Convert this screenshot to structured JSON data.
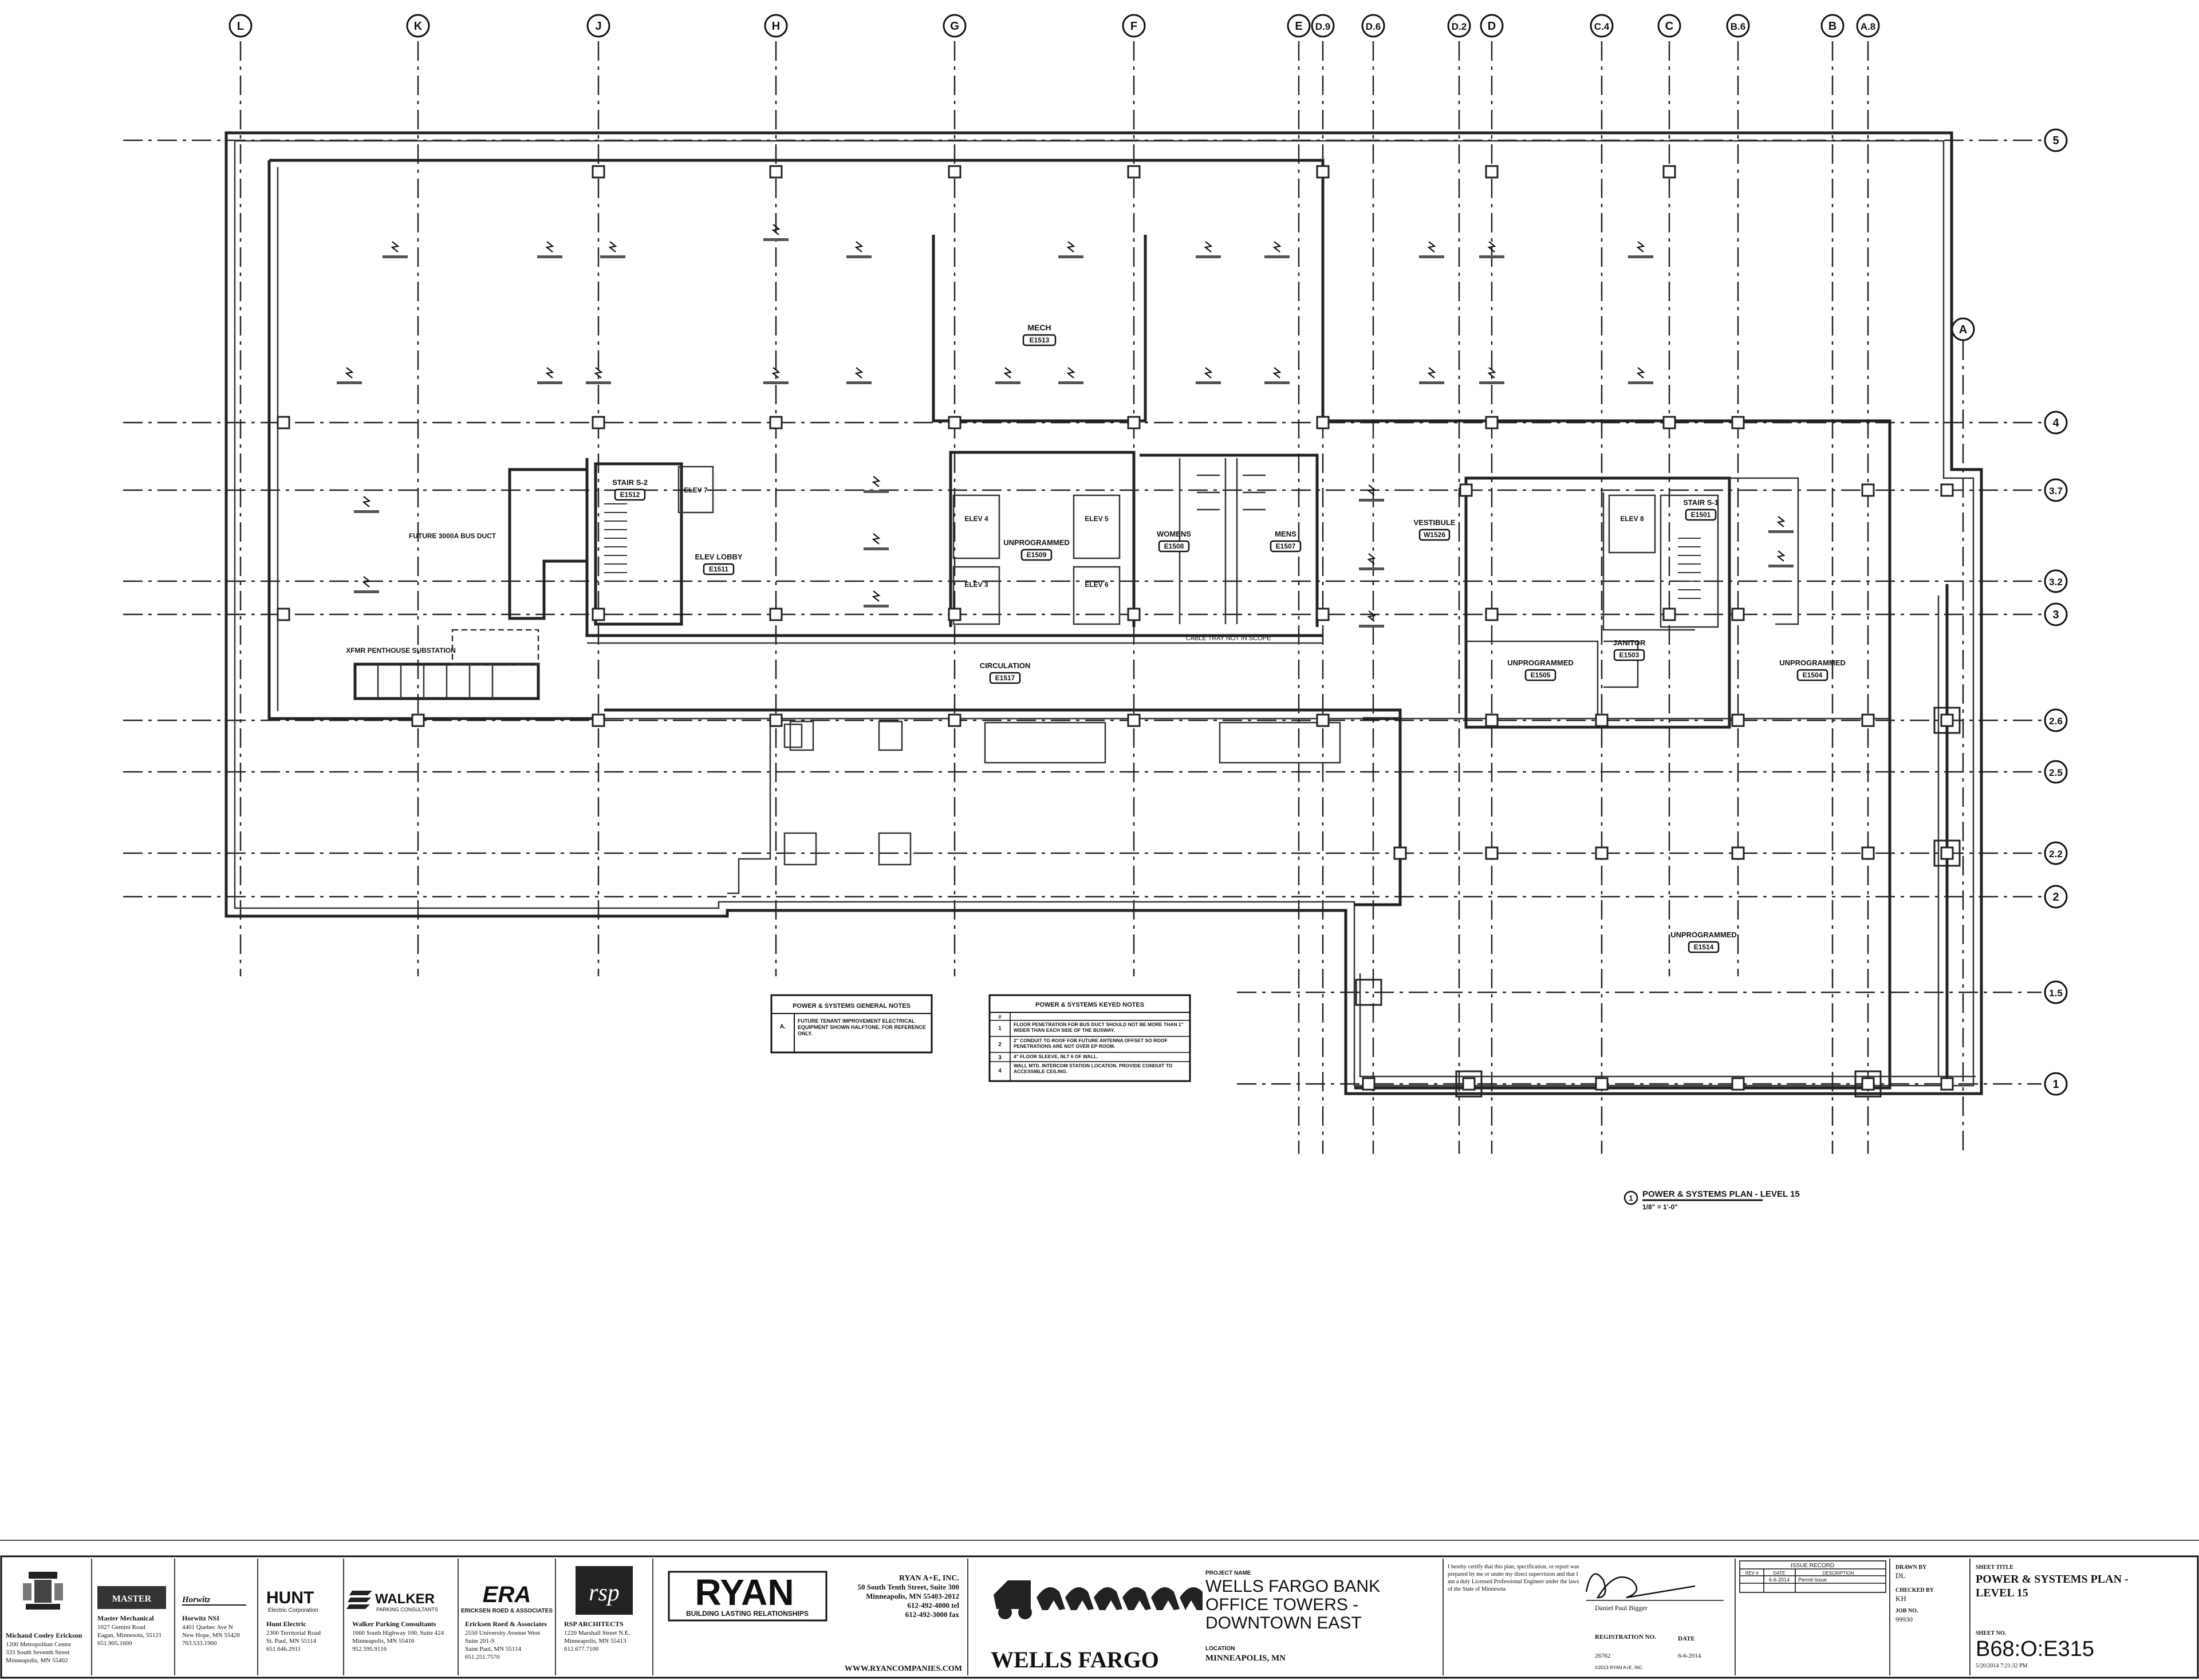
{
  "grid": {
    "columns": [
      "L",
      "K",
      "J",
      "H",
      "G",
      "F",
      "E",
      "D.9",
      "D.6",
      "D.2",
      "D",
      "C.4",
      "C",
      "B.6",
      "B",
      "A.8"
    ],
    "rows": [
      "5",
      "4",
      "3.7",
      "3.2",
      "3",
      "2.6",
      "2.5",
      "2.2",
      "2",
      "1.5",
      "1"
    ],
    "extra_column": "A"
  },
  "rooms": [
    {
      "name": "MECH",
      "number": "E1513"
    },
    {
      "name": "STAIR S-2",
      "number": "E1512"
    },
    {
      "name": "ELEV LOBBY",
      "number": "E1511"
    },
    {
      "name": "UNPROGRAMMED",
      "number": "E1509"
    },
    {
      "name": "WOMENS",
      "number": "E1508"
    },
    {
      "name": "MENS",
      "number": "E1507"
    },
    {
      "name": "CIRCULATION",
      "number": "E1517"
    },
    {
      "name": "VESTIBULE",
      "number": "W1526"
    },
    {
      "name": "UNPROGRAMMED",
      "number": "E1505"
    },
    {
      "name": "JANITOR",
      "number": "E1503"
    },
    {
      "name": "STAIR S-1",
      "number": "E1501"
    },
    {
      "name": "UNPROGRAMMED",
      "number": "E1504"
    },
    {
      "name": "UNPROGRAMMED",
      "number": "E1514"
    }
  ],
  "plan_labels": {
    "bus_duct": "FUTURE 3000A BUS DUCT",
    "substation": "XFMR PENTHOUSE SUBSTATION",
    "cable_tray": "CABLE TRAY NOT IN SCOPE",
    "elev_4": "ELEV 4",
    "elev_3": "ELEV 3",
    "elev_5": "ELEV 5",
    "elev_6": "ELEV 6",
    "elev_8": "ELEV 8",
    "elev_7": "ELEV 7"
  },
  "general_notes": {
    "title": "POWER & SYSTEMS GENERAL NOTES",
    "items": [
      {
        "key": "A.",
        "text": "FUTURE TENANT IMPROVEMENT ELECTRICAL EQUIPMENT SHOWN HALFTONE. FOR REFERENCE ONLY."
      }
    ]
  },
  "keyed_notes": {
    "title": "POWER & SYSTEMS KEYED NOTES",
    "header": "#",
    "items": [
      {
        "key": "1",
        "text": "FLOOR PENETRATION FOR BUS DUCT SHOULD NOT BE MORE THAN 1\" WIDER THAN EACH SIDE OF THE BUSWAY."
      },
      {
        "key": "2",
        "text": "2\" CONDUIT TO ROOF FOR FUTURE ANTENNA OFFSET SO ROOF PENETRATIONS ARE NOT OVER EP ROOM."
      },
      {
        "key": "3",
        "text": "4\" FLOOR SLEEVE, NLT 6 OF WALL."
      },
      {
        "key": "4",
        "text": "WALL MTD. INTERCOM STATION LOCATION. PROVIDE CONDUIT TO ACCESSIBLE CEILING."
      }
    ]
  },
  "drawing_title": {
    "number": "1",
    "title": "POWER & SYSTEMS PLAN - LEVEL 15",
    "scale": "1/8\" = 1'-0\""
  },
  "title_block": {
    "consultants": [
      {
        "name": "Michaud Cooley Erickson",
        "lines": [
          "1200 Metropolitan Centre",
          "333 South Seventh Street",
          "Minneapolis, MN 55402"
        ]
      },
      {
        "logo": "MASTER",
        "name": "Master Mechanical",
        "lines": [
          "1027 Gemini Road",
          "Eagan, Minnesota, 55121",
          "651.905.1600"
        ]
      },
      {
        "logo": "Horwitz",
        "name": "Horwitz NSI",
        "lines": [
          "4401 Quebec Ave N",
          "New Hope, MN 55428",
          "763.533.1900"
        ]
      },
      {
        "logo": "HUNT",
        "logo_sub": "Electric Corporation",
        "name": "Hunt Electric",
        "lines": [
          "2300 Territorial Road",
          "St. Paul, MN 55114",
          "651.646.2911"
        ]
      },
      {
        "logo": "WALKER",
        "logo_sub": "PARKING CONSULTANTS",
        "name": "Walker Parking Consultants",
        "lines": [
          "1660 South Highway 100, Suite 424",
          "Minneapolis, MN 55416",
          "952.595.9116"
        ]
      },
      {
        "logo": "ERA",
        "logo_sub": "ERICKSEN ROED & ASSOCIATES",
        "name": "Ericksen Roed & Associates",
        "lines": [
          "2550 University Avenue West",
          "Suite 201-S",
          "Saint Paul, MN 55114",
          "651.251.7570"
        ]
      },
      {
        "logo": "rsp",
        "logo_sub": "RSP ARCHITECTS",
        "lines": [
          "1220 Marshall Street N.E.",
          "Minneapolis, MN 55413",
          "612.677.7100"
        ]
      }
    ],
    "ryan": {
      "logo": "RYAN",
      "tagline": "BUILDING LASTING RELATIONSHIPS",
      "company": "RYAN A+E, INC.",
      "address": [
        "50 South Tenth Street, Suite 300",
        "Minneapolis, MN 55403-2012",
        "612-492-4000 tel",
        "612-492-3000 fax"
      ],
      "website": "WWW.RYANCOMPANIES.COM"
    },
    "client_logo": "WELLS FARGO",
    "project_label": "PROJECT NAME",
    "project_name": [
      "WELLS FARGO BANK",
      "OFFICE TOWERS -",
      "DOWNTOWN EAST"
    ],
    "location_label": "LOCATION",
    "location": "MINNEAPOLIS, MN",
    "certification": "I hereby certify that this plan, specification, or report was prepared by me or under my direct supervision and that I am a duly Licensed Professional Engineer under the laws of the State of Minnesota",
    "engineer": "Daniel Paul Bigger",
    "registration_label": "REGISTRATION NO.",
    "registration_no": "26762",
    "date_label": "DATE",
    "date": "6-6-2014",
    "copyright": "©2013 RYAN A+E, INC.",
    "issue_record": {
      "title": "ISSUE RECORD",
      "headers": [
        "REV #",
        "DATE",
        "DESCRIPTION"
      ],
      "rows": [
        [
          "",
          "6-6-2014",
          "Permit Issue"
        ]
      ]
    },
    "drawn_by_label": "DRAWN BY",
    "drawn_by": "DL",
    "checked_by_label": "CHECKED BY",
    "checked_by": "KH",
    "job_no_label": "JOB NO.",
    "job_no": "99930",
    "sheet_title_label": "SHEET TITLE",
    "sheet_title": [
      "POWER & SYSTEMS PLAN -",
      "LEVEL 15"
    ],
    "sheet_no_label": "SHEET NO.",
    "sheet_no": "B68:O:E315",
    "plot_date": "5/20/2014 7:21:32 PM"
  }
}
